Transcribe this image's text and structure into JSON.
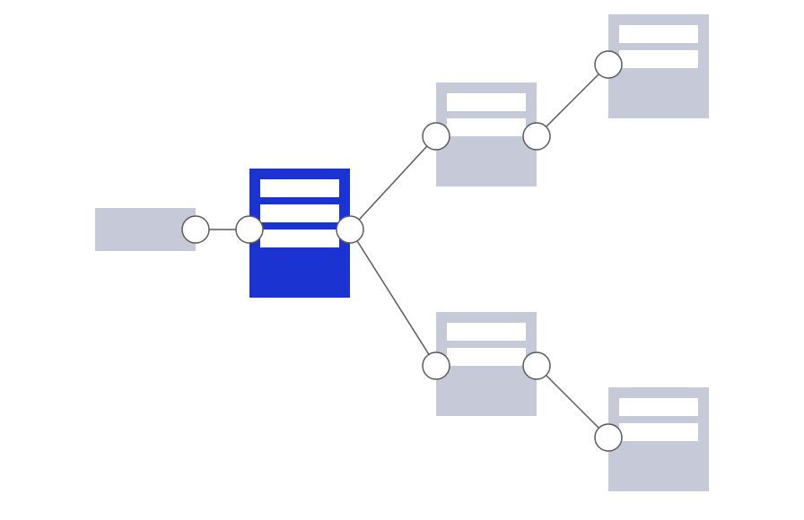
{
  "diagram": {
    "colors": {
      "background": "#ffffff",
      "node_inactive": "#c6cad8",
      "node_active": "#1a33d1",
      "node_field": "#ffffff",
      "edge": "#5a5a5a",
      "port_fill": "#ffffff",
      "port_stroke": "#5a5a5a"
    },
    "nodes": [
      {
        "id": "source",
        "state": "inactive",
        "field_count": 0
      },
      {
        "id": "center",
        "state": "active",
        "field_count": 3
      },
      {
        "id": "upper-middle",
        "state": "inactive",
        "field_count": 2
      },
      {
        "id": "lower-middle",
        "state": "inactive",
        "field_count": 2
      },
      {
        "id": "upper-right",
        "state": "inactive",
        "field_count": 2
      },
      {
        "id": "lower-right",
        "state": "inactive",
        "field_count": 2
      }
    ],
    "edges": [
      {
        "from": "source",
        "to": "center"
      },
      {
        "from": "center",
        "to": "upper-middle"
      },
      {
        "from": "center",
        "to": "lower-middle"
      },
      {
        "from": "upper-middle",
        "to": "upper-right"
      },
      {
        "from": "lower-middle",
        "to": "lower-right"
      }
    ]
  }
}
